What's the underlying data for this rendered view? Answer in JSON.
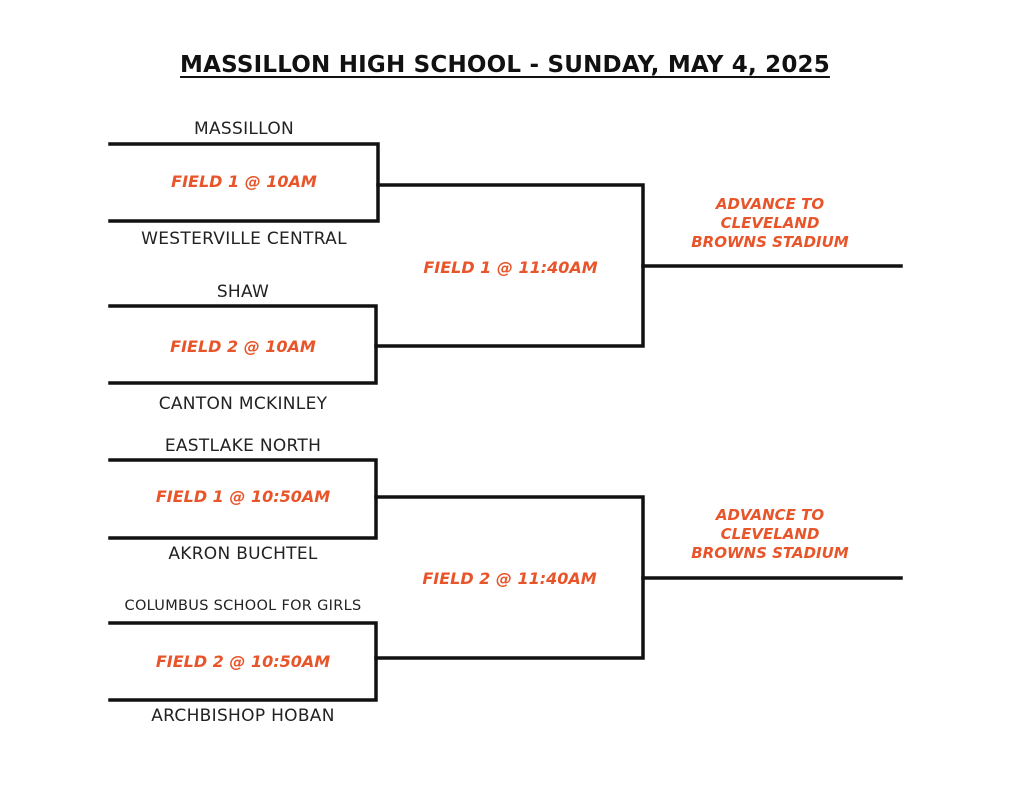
{
  "title": "MASSILLON HIGH SCHOOL - SUNDAY, MAY 4, 2025",
  "colors": {
    "accent": "#e8552a",
    "line": "#111111",
    "text": "#222222"
  },
  "bracket": {
    "first_round": [
      {
        "team_top": "MASSILLON",
        "game": "FIELD 1 @ 10AM",
        "team_bottom": "WESTERVILLE CENTRAL"
      },
      {
        "team_top": "SHAW",
        "game": "FIELD 2 @ 10AM",
        "team_bottom": "CANTON MCKINLEY"
      },
      {
        "team_top": "EASTLAKE NORTH",
        "game": "FIELD 1 @ 10:50AM",
        "team_bottom": "AKRON BUCHTEL"
      },
      {
        "team_top": "COLUMBUS SCHOOL FOR GIRLS",
        "game": "FIELD 2 @ 10:50AM",
        "team_bottom": "ARCHBISHOP HOBAN"
      }
    ],
    "second_round": [
      {
        "game": "FIELD 1 @ 11:40AM",
        "advance": [
          "ADVANCE TO",
          "CLEVELAND",
          "BROWNS STADIUM"
        ]
      },
      {
        "game": "FIELD 2 @ 11:40AM",
        "advance": [
          "ADVANCE TO",
          "CLEVELAND",
          "BROWNS STADIUM"
        ]
      }
    ]
  }
}
